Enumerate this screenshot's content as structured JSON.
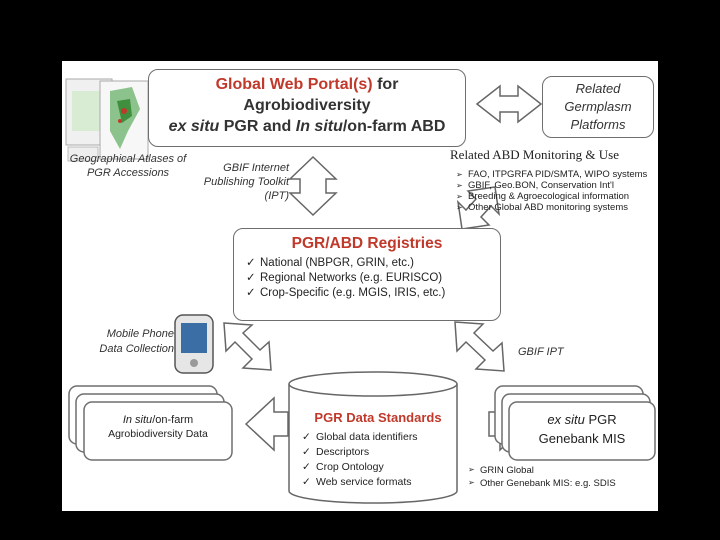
{
  "portal": {
    "line1_a": "Global Web Portal(s)",
    "line1_b": " for",
    "line2": "Agrobiodiversity",
    "line3_a": "ex situ",
    "line3_b": " PGR and ",
    "line3_c": "In situ",
    "line3_d": "/on-farm ABD"
  },
  "related_germplasm": "Related Germplasm Platforms",
  "atlas_label": "Geographical Atlases of PGR Accessions",
  "gbif_toolkit": "GBIF Internet Publishing Toolkit (IPT)",
  "monitoring": {
    "title": "Related ABD Monitoring & Use",
    "items": [
      "FAO, ITPGRFA PID/SMTA, WIPO systems",
      "GBIF, Geo.BON, Conservation Int'l",
      "Breeding & Agroecological information",
      "Other Global ABD monitoring systems"
    ]
  },
  "registries": {
    "title": "PGR/ABD Registries",
    "items": [
      "National (NBPGR, GRIN, etc.)",
      "Regional Networks (e.g. EURISCO)",
      "Crop-Specific (e.g. MGIS, IRIS, etc.)"
    ]
  },
  "mobile_label": "Mobile Phone Data Collection",
  "gbif_ipt": "GBIF IPT",
  "insitu": {
    "line1_a": "In situ",
    "line1_b": "/on-farm",
    "line2": "Agrobiodiversity Data"
  },
  "standards": {
    "title": "PGR Data Standards",
    "items": [
      "Global data identifiers",
      "Descriptors",
      "Crop Ontology",
      "Web service formats"
    ]
  },
  "exsitu": {
    "line1_a": "ex situ",
    "line1_b": " PGR",
    "line2": "Genebank MIS"
  },
  "genebank_list": [
    "GRIN Global",
    "Other Genebank MIS: e.g. SDIS"
  ],
  "symbols": {
    "triangle": "➢",
    "check": "✓"
  },
  "colors": {
    "title_red": "#c0392b",
    "text": "#222222",
    "border": "#6e6e6e",
    "background": "#000000"
  }
}
